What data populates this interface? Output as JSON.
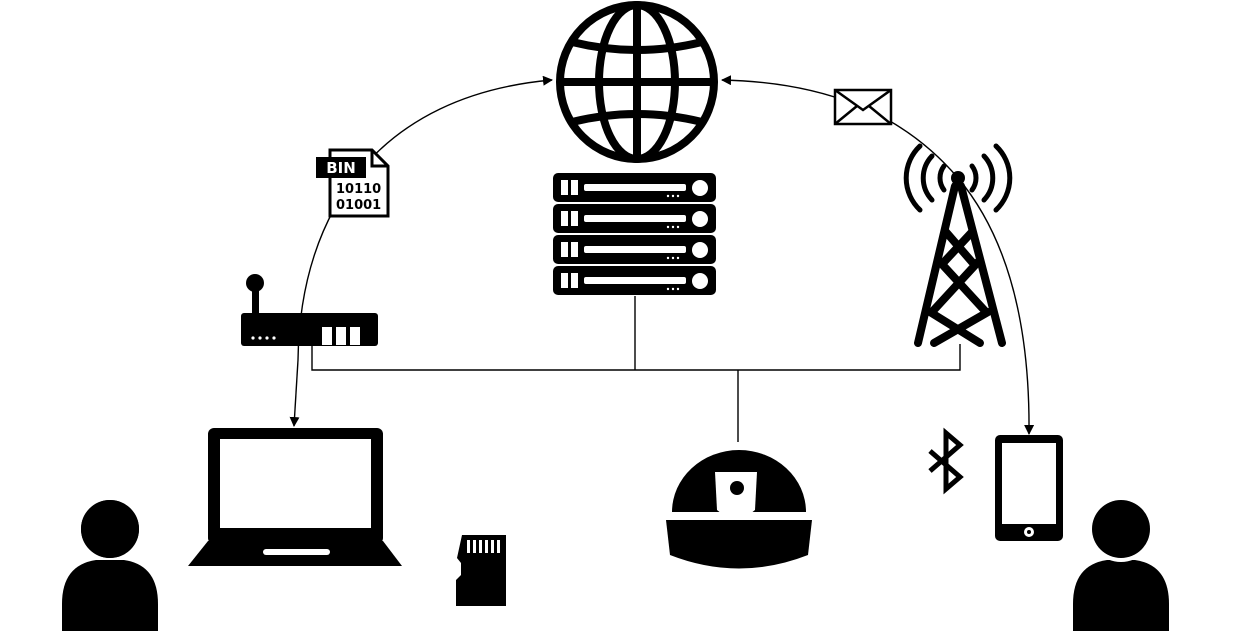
{
  "file_icon": {
    "label": "BIN",
    "line1": "10110",
    "line2": "01001"
  },
  "colors": {
    "ink": "#000000",
    "paper": "#ffffff"
  },
  "icons": [
    "globe-icon",
    "server-rack-icon",
    "file-bin-icon",
    "envelope-icon",
    "cell-tower-icon",
    "router-icon",
    "laptop-icon",
    "dome-camera-icon",
    "sd-card-icon",
    "bluetooth-icon",
    "tablet-icon",
    "user-icon"
  ]
}
